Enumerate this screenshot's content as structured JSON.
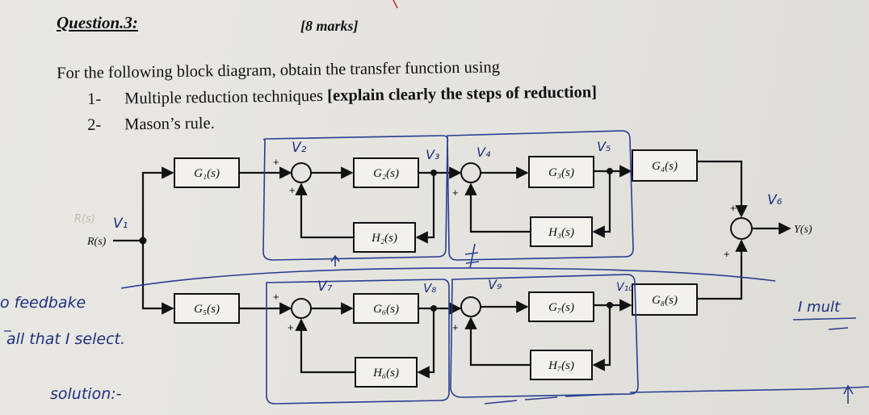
{
  "question": {
    "title": "Question.3:",
    "marks": "[8 marks]",
    "intro": "For the following block diagram, obtain the transfer function using",
    "items": [
      {
        "number": "1-",
        "text": "Multiple reduction techniques ",
        "bold": "[explain clearly the steps of reduction]"
      },
      {
        "number": "2-",
        "text": "Mason’s rule.",
        "bold": ""
      }
    ]
  },
  "diagram": {
    "input": "R(s)",
    "output": "Y(s)",
    "blocks": {
      "G1": "G₁(s)",
      "G2": "G₂(s)",
      "G3": "G₃(s)",
      "G4": "G₄(s)",
      "G5": "G₅(s)",
      "G6": "G₆(s)",
      "G7": "G₇(s)",
      "G8": "G₈(s)",
      "H2": "H₂(s)",
      "H3": "H₃(s)",
      "H6": "H₆(s)",
      "H7": "H₇(s)"
    },
    "signs": {
      "plus": "+"
    }
  },
  "handwriting": {
    "v1": "V₁",
    "v2": "V₂",
    "v3": "V₃",
    "v4": "V₄",
    "v5": "V₅",
    "v6": "V₆",
    "v7": "V₇",
    "v8": "V₈",
    "v9": "V₉",
    "v10": "V₁₀",
    "note_line1": "o feedbake",
    "note_line2": "all that I select.",
    "note_line3": "solution:-",
    "right_note": "I mult",
    "faint_text": "R(s)"
  }
}
